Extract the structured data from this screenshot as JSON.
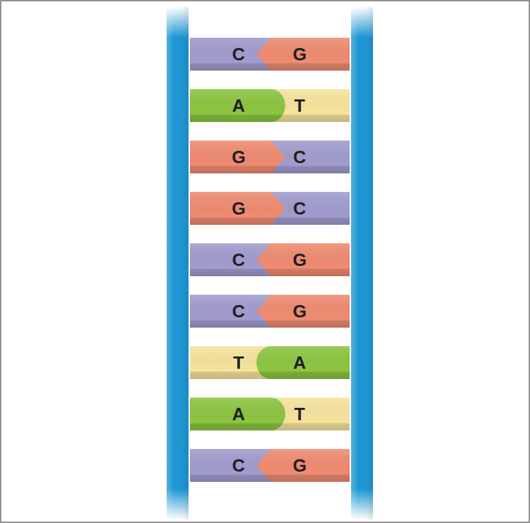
{
  "diagram": {
    "nodes": [
      {
        "text": [
          "C"
        ]
      },
      {
        "text": [
          "G"
        ]
      },
      {
        "text": [
          "A"
        ]
      },
      {
        "text": [
          "T"
        ]
      },
      {
        "text": [
          "G"
        ]
      },
      {
        "text": [
          "C"
        ]
      },
      {
        "text": [
          "G"
        ]
      },
      {
        "text": [
          "C"
        ]
      },
      {
        "text": [
          "C"
        ]
      },
      {
        "text": [
          "G"
        ]
      },
      {
        "text": [
          "C"
        ]
      },
      {
        "text": [
          "G"
        ]
      },
      {
        "text": [
          "T"
        ]
      },
      {
        "text": [
          "A"
        ]
      },
      {
        "text": [
          "A"
        ]
      },
      {
        "text": [
          "T"
        ]
      },
      {
        "text": [
          "C"
        ]
      },
      {
        "text": [
          "G"
        ]
      }
    ]
  }
}
